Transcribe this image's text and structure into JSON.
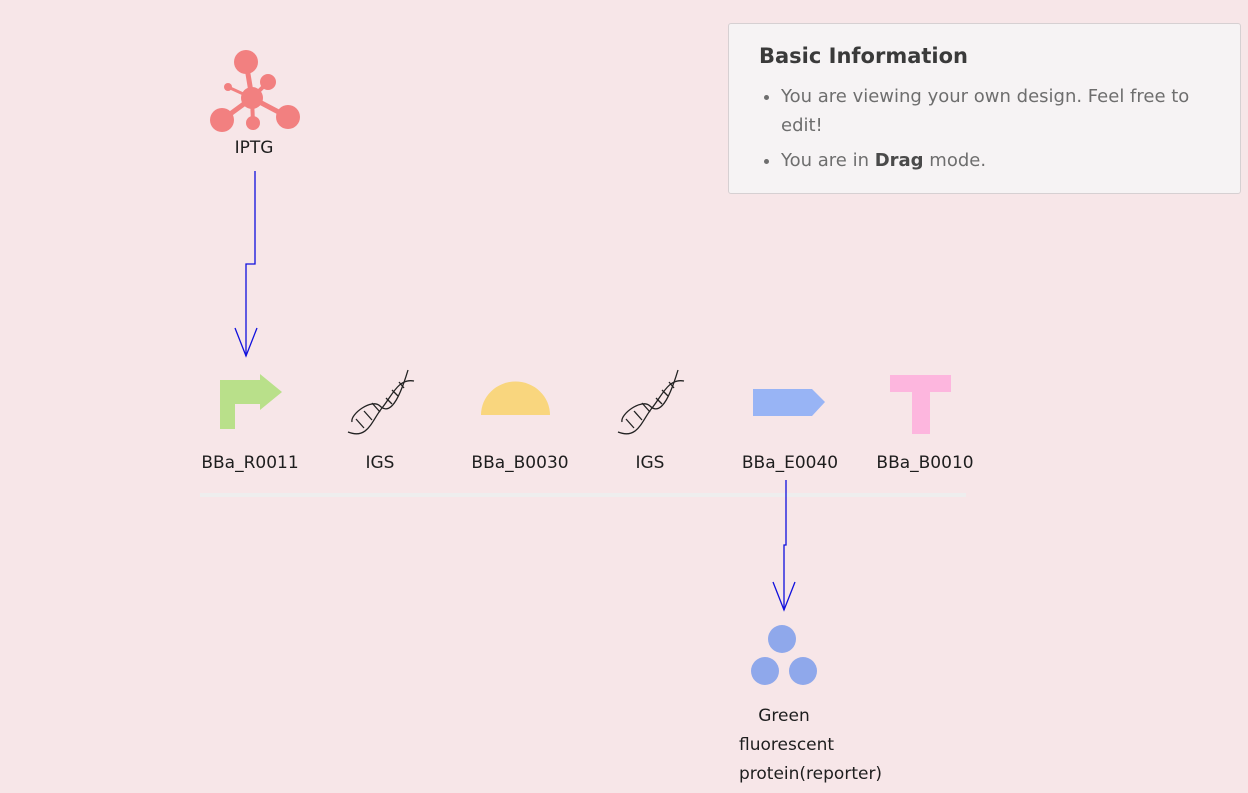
{
  "info_panel": {
    "title": "Basic Information",
    "items": [
      {
        "text": "You are viewing your own design. Feel free to edit!"
      },
      {
        "prefix": "You are in ",
        "bold": "Drag",
        "suffix": " mode."
      }
    ]
  },
  "inducer": {
    "label": "IPTG",
    "color": "#f28080"
  },
  "parts": [
    {
      "label": "BBa_R0011",
      "icon": "promoter-icon",
      "color": "#b9e08a"
    },
    {
      "label": "IGS",
      "icon": "dna-helix-icon",
      "color": "#222222"
    },
    {
      "label": "BBa_B0030",
      "icon": "rbs-icon",
      "color": "#f9d67e"
    },
    {
      "label": "IGS",
      "icon": "dna-helix-icon",
      "color": "#222222"
    },
    {
      "label": "BBa_E0040",
      "icon": "cds-icon",
      "color": "#98b4f5"
    },
    {
      "label": "BBa_B0010",
      "icon": "terminator-icon",
      "color": "#fdb6de"
    }
  ],
  "product": {
    "label_lines": [
      "Green",
      "fluorescent",
      "protein(reporter)"
    ],
    "color": "#8fa8eb"
  },
  "arrow_color": "#1010dd",
  "backbone_color": "#eeeeee"
}
